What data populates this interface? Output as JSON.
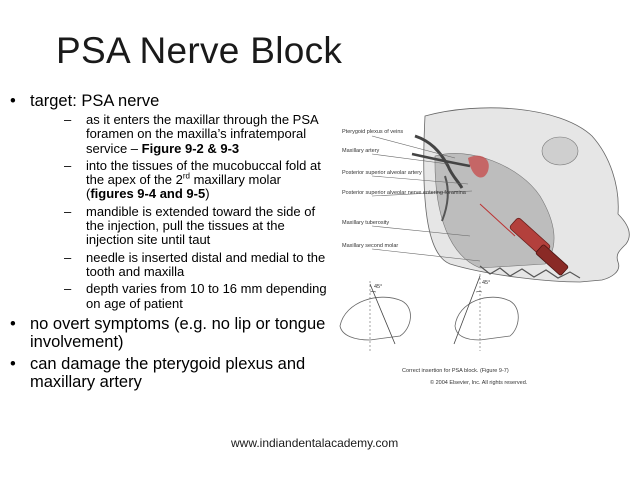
{
  "slide": {
    "title": "PSA Nerve Block",
    "bullets": [
      {
        "text": "target: PSA nerve",
        "sub": [
          "as it enters the maxillar through the PSA foramen on the maxilla’s infratemporal service – ",
          "into the tissues of the mucobuccal fold at the apex of the 2",
          "mandible is extended toward the side of the injection, pull the tissues at the injection site until taut",
          "needle is inserted distal and medial to the tooth and maxilla",
          "depth varies from 10 to 16 mm depending on age of patient"
        ]
      },
      {
        "text": "no overt symptoms (e.g. no lip or tongue involvement)"
      },
      {
        "text": "can damage the pterygoid plexus and maxillary artery"
      }
    ],
    "sub1_bold": "Figure 9-2 & 9-3",
    "sub2_sup": "rd",
    "sub2_mid": " maxillary molar (",
    "sub2_bold": "figures 9-4 and 9-5",
    "sub2_end": ")",
    "footer": "www.indiandentalacademy.com"
  },
  "figure": {
    "labels": {
      "pterygoid_plexus": "Pterygoid plexus of veins",
      "maxillary_artery": "Maxillary artery",
      "psa_artery": "Posterior superior alveolar artery",
      "psa_nerve": "Posterior superior alveolar nerve entering foramina",
      "tuberosity": "Maxillary tuberosity",
      "second_molar": "Maxillary second molar",
      "angle_left": "45°",
      "angle_right": "45°",
      "caption": "Correct insertion for PSA block. (Figure 9-7)",
      "copyright": "© 2004 Elsevier, Inc. All rights reserved."
    }
  }
}
